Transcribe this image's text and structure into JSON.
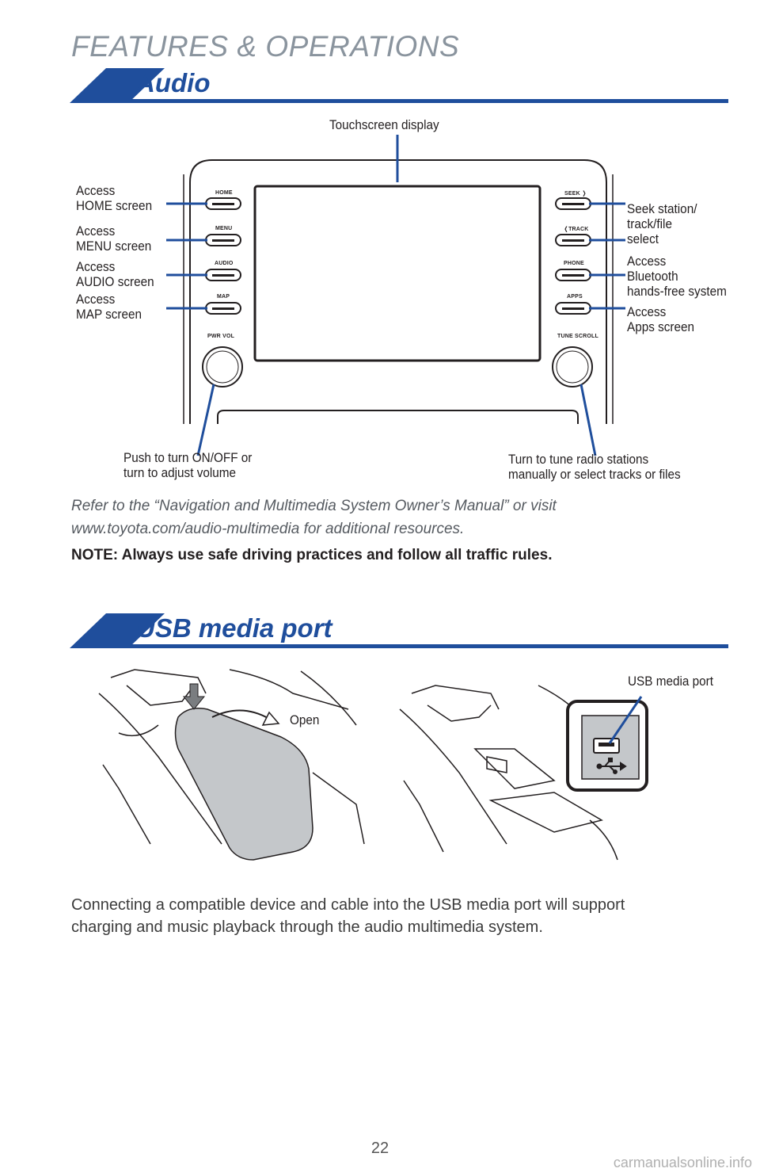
{
  "chapter_title": "FEATURES & OPERATIONS",
  "audio": {
    "heading": "Audio",
    "touchscreen_label": "Touchscreen display",
    "left_callouts": [
      {
        "line1": "Access",
        "line2": "HOME screen"
      },
      {
        "line1": "Access",
        "line2": "MENU screen"
      },
      {
        "line1": "Access",
        "line2": "AUDIO screen"
      },
      {
        "line1": "Access",
        "line2": "MAP screen"
      }
    ],
    "right_callouts": {
      "seek": {
        "line1": "Seek station/",
        "line2": "track/file",
        "line3": "select"
      },
      "phone": {
        "line1": "Access",
        "line2": "Bluetooth",
        "line3": "hands-free system"
      },
      "apps": {
        "line1": "Access",
        "line2": "Apps screen"
      }
    },
    "knob_left": {
      "line1": "Push to turn ON/OFF or",
      "line2": "turn to adjust volume"
    },
    "knob_right": {
      "line1": "Turn to tune radio stations",
      "line2": "manually or select tracks or files"
    },
    "buttons_left": [
      "HOME",
      "MENU",
      "AUDIO",
      "MAP"
    ],
    "buttons_right": [
      "SEEK ❭",
      "❬TRACK",
      "PHONE",
      "APPS"
    ],
    "knob_labels": {
      "left": "PWR  VOL",
      "right": "TUNE  SCROLL"
    },
    "refer_text_line1": "Refer to the “Navigation and Multimedia System Owner’s Manual” or visit",
    "refer_text_line2": "www.toyota.com/audio-multimedia for additional resources.",
    "note": "NOTE: Always use safe driving practices and follow all traffic rules."
  },
  "usb": {
    "heading": "USB media port",
    "open_label": "Open",
    "port_label": "USB media port",
    "body_line1": "Connecting a compatible device and cable into the USB media port will support",
    "body_line2": "charging and music playback through the audio multimedia system."
  },
  "page_number": "22",
  "watermark": "carmanualsonline.info",
  "colors": {
    "accent_blue": "#1f4e9c",
    "chapter_gray": "#8a949e",
    "ink": "#231f20"
  }
}
